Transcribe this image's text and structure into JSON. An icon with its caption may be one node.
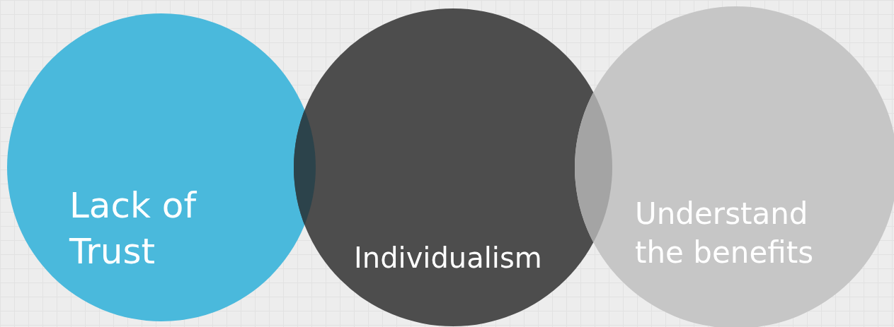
{
  "diagram": {
    "nodes": [
      {
        "text": [
          "Lack of Trust"
        ]
      },
      {
        "text": [
          "Individualism"
        ]
      },
      {
        "text": [
          "Understand the benefits"
        ]
      }
    ]
  }
}
